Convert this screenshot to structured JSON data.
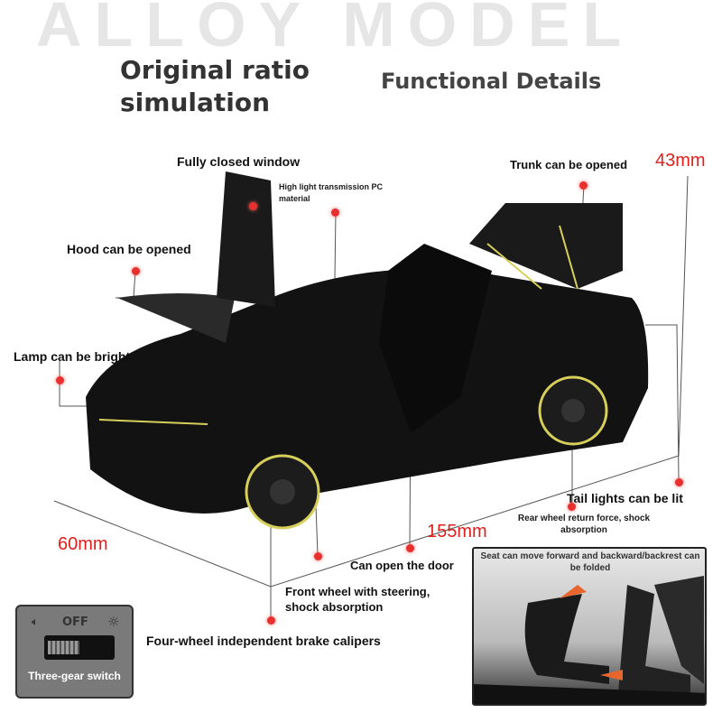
{
  "watermark": "ALLOY MODEL",
  "headline": {
    "line1": "Original ratio",
    "line2": "simulation"
  },
  "subheadline": "Functional Details",
  "dimensions": {
    "height": "43mm",
    "length": "155mm",
    "width": "60mm"
  },
  "features": {
    "window": "Fully closed window",
    "window_note": "High light transmission PC material",
    "hood": "Hood can be opened",
    "lamp": "Lamp can be bright",
    "trunk": "Trunk can be opened",
    "tail": "Tail lights can be lit",
    "rear_wheel": "Rear wheel return force, shock absorption",
    "door": "Can open the door",
    "front_wheel": "Front wheel with steering, shock absorption",
    "calipers": "Four-wheel independent brake calipers"
  },
  "switch": {
    "state": "OFF",
    "label": "Three-gear switch",
    "icons": [
      "speaker-icon",
      "light-icon"
    ]
  },
  "seat": {
    "caption": "Seat can move forward and backward/backrest can be folded"
  },
  "colors": {
    "accent": "#e8312e",
    "car": "#111111",
    "stripe": "#d6cf5a"
  }
}
